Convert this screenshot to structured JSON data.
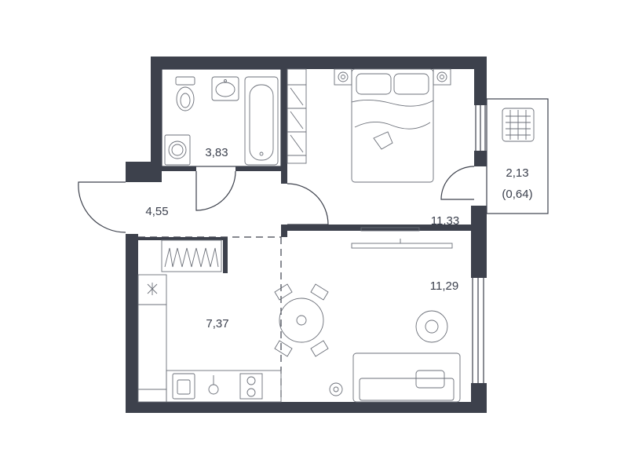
{
  "plan": {
    "rooms": [
      {
        "id": "bathroom",
        "area": "3,83"
      },
      {
        "id": "hallway",
        "area": "4,55"
      },
      {
        "id": "bedroom",
        "area": "11,33"
      },
      {
        "id": "balcony",
        "area": "2,13",
        "reduced_area": "(0,64)"
      },
      {
        "id": "kitchen",
        "area": "7,37"
      },
      {
        "id": "living",
        "area": "11,29"
      }
    ],
    "colors": {
      "wall": "#3d414c",
      "line": "#3d414c",
      "text": "#3a3f4c",
      "background": "#ffffff"
    }
  }
}
